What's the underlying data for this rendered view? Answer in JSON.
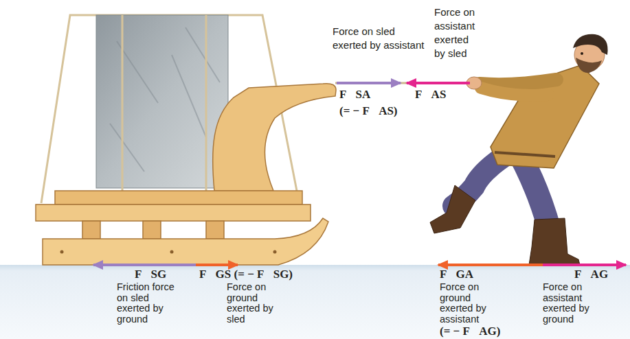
{
  "diagram": {
    "labels": [
      "Force on sled exerted by assistant",
      "Force on assistant exerted by sled",
      "F⃗SA",
      "(= − F⃗AS)",
      "F⃗AS",
      "F⃗SG",
      "F⃗GS (= − F⃗SG)",
      "Friction force on sled exerted by ground",
      "Force on ground exerted by sled",
      "F⃗GA",
      "F⃗AG",
      "Force on ground exerted by assistant",
      "(= − F⃗AG)",
      "Force on assistant exerted by ground"
    ]
  }
}
